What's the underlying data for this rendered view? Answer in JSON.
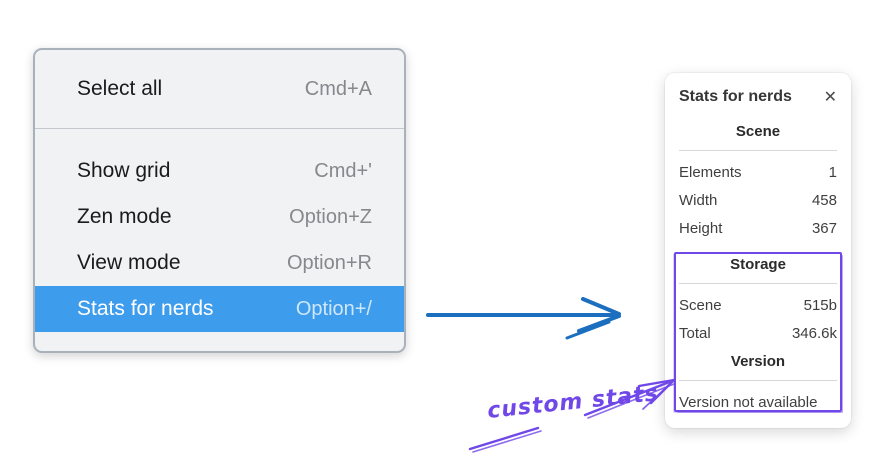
{
  "context_menu": {
    "items": [
      {
        "label": "Select all",
        "shortcut": "Cmd+A",
        "selected": false
      },
      {
        "label": "Show grid",
        "shortcut": "Cmd+'",
        "selected": false
      },
      {
        "label": "Zen mode",
        "shortcut": "Option+Z",
        "selected": false
      },
      {
        "label": "View mode",
        "shortcut": "Option+R",
        "selected": false
      },
      {
        "label": "Stats for nerds",
        "shortcut": "Option+/",
        "selected": true
      }
    ]
  },
  "stats_panel": {
    "title": "Stats for nerds",
    "close_glyph": "✕",
    "sections": [
      {
        "title": "Scene",
        "rows": [
          {
            "label": "Elements",
            "value": "1"
          },
          {
            "label": "Width",
            "value": "458"
          },
          {
            "label": "Height",
            "value": "367"
          }
        ]
      },
      {
        "title": "Storage",
        "rows": [
          {
            "label": "Scene",
            "value": "515b"
          },
          {
            "label": "Total",
            "value": "346.6k"
          }
        ]
      },
      {
        "title": "Version",
        "note": "Version not available"
      }
    ]
  },
  "annotation": {
    "label": "custom stats"
  },
  "colors": {
    "menu_highlight": "#3d9ceb",
    "menu_background": "#f1f2f4",
    "menu_border": "#a9b2bb",
    "arrow_blue": "#1c6fbf",
    "annotation_purple": "#7048e8"
  }
}
